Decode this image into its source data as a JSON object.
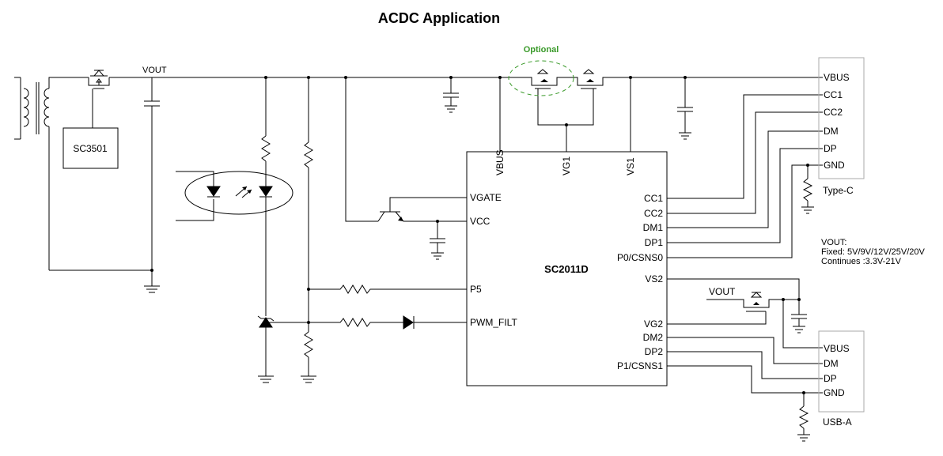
{
  "title": "ACDC Application",
  "optional_label": "Optional",
  "colors": {
    "optional": "#3a9a2a",
    "wire": "#000000"
  },
  "labels": {
    "vout_top": "VOUT",
    "vout_right": "VOUT",
    "sc3501": "SC3501",
    "main_ic": "SC2011D"
  },
  "ic_pins": {
    "top": [
      "VBUS",
      "VG1",
      "VS1"
    ],
    "left": [
      "VGATE",
      "VCC",
      "P5",
      "PWM_FILT"
    ],
    "right": [
      "CC1",
      "CC2",
      "DM1",
      "DP1",
      "P0/CSNS0",
      "VS2",
      "VG2",
      "DM2",
      "DP2",
      "P1/CSNS1"
    ]
  },
  "typec": {
    "pins": [
      "VBUS",
      "CC1",
      "CC2",
      "DM",
      "DP",
      "GND"
    ],
    "name": "Type-C"
  },
  "usba": {
    "pins": [
      "VBUS",
      "DM",
      "DP",
      "GND"
    ],
    "name": "USB-A"
  },
  "vout_note": {
    "heading": "VOUT:",
    "fixed": "Fixed: 5V/9V/12V/25V/20V",
    "continues": "Continues :3.3V-21V"
  }
}
